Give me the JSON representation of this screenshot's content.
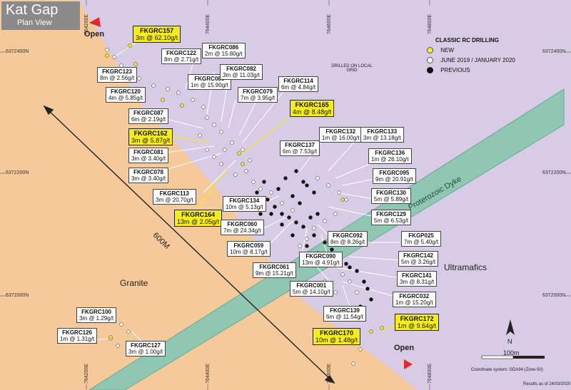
{
  "title": "Kat Gap",
  "subtitle": "Plan View",
  "legend": {
    "heading": "CLASSIC RC DRILLING",
    "items": [
      {
        "label": "NEW",
        "color": "#f5ec1f"
      },
      {
        "label": "JUNE 2019 / JANUARY 2020",
        "color": "#ffffff"
      },
      {
        "label": "PREVIOUS",
        "color": "#111111"
      }
    ]
  },
  "notes": {
    "grid": "DRILLED ON LOCAL GRID",
    "coordinate_system": "Coordinate system: GDA94 (Zone 50)",
    "results_date": "Results as of 24/03/2020",
    "scale": "100m",
    "north": "N",
    "distance": "600M"
  },
  "units": {
    "granite": "Granite",
    "ultramafics": "Ultramafics",
    "dyke": "Proterozoic Dyke",
    "open_top": "Open",
    "open_bottom": "Open"
  },
  "colors": {
    "granite": "#f6c99b",
    "ultramafics": "#d3c6e4",
    "dyke": "#8fc7b2",
    "new_hole": "#f5ec1f",
    "open_arrow": "#e8262a"
  },
  "northings": [
    "6372400N",
    "6372200N",
    "6372000N"
  ],
  "eastings": [
    "764200E",
    "764400E",
    "764600E",
    "764800E"
  ],
  "holes_new": [
    {
      "id": "FKGRC157",
      "result": "3m @ 62.10g/t"
    },
    {
      "id": "FKGRC162",
      "result": "3m @ 5.87g/t"
    },
    {
      "id": "FKGRC165",
      "result": "4m @ 8.48g/t"
    },
    {
      "id": "FKGRC164",
      "result": "13m @ 2.05g/t"
    },
    {
      "id": "FKGRC170",
      "result": "10m @ 1.48g/t"
    },
    {
      "id": "FKGRC172",
      "result": "1m @ 9.64g/t"
    }
  ],
  "holes_other": [
    {
      "id": "FKGRC122",
      "result": "8m @ 2.71g/t"
    },
    {
      "id": "FKGRC086",
      "result": "2m @ 15.80g/t"
    },
    {
      "id": "FKGRC123",
      "result": "8m @ 2.56g/t"
    },
    {
      "id": "FKGRC085",
      "result": "1m @ 15.90g/t"
    },
    {
      "id": "FKGRC082",
      "result": "3m @ 11.03g/t"
    },
    {
      "id": "FKGRC114",
      "result": "6m @ 4.84g/t"
    },
    {
      "id": "FKGRC120",
      "result": "4m @ 5.85g/t"
    },
    {
      "id": "FKGRC079",
      "result": "7m @ 3.95g/t"
    },
    {
      "id": "FKGRC087",
      "result": "6m @ 2.19g/t"
    },
    {
      "id": "FKGRC132",
      "result": "1m @ 16.00g/t"
    },
    {
      "id": "FKGRC133",
      "result": "3m @ 13.18g/t"
    },
    {
      "id": "FKGRC137",
      "result": "6m @ 7.53g/t"
    },
    {
      "id": "FKGRC081",
      "result": "3m @ 3.40g/t"
    },
    {
      "id": "FKGRC136",
      "result": "1m @ 26.10g/t"
    },
    {
      "id": "FKGRC078",
      "result": "3m @ 3.40g/t"
    },
    {
      "id": "FKGRC095",
      "result": "9m @ 20.91g/t"
    },
    {
      "id": "FKGRC113",
      "result": "3m @ 20.70g/t"
    },
    {
      "id": "FKGRC130",
      "result": "5m @ 5.89g/t"
    },
    {
      "id": "FKGRC134",
      "result": "10m @ 5.13g/t"
    },
    {
      "id": "FKGRC129",
      "result": "5m @ 6.53g/t"
    },
    {
      "id": "FKGRC060",
      "result": "7m @ 24.34g/t"
    },
    {
      "id": "FKGRC092",
      "result": "8m @ 8.26g/t"
    },
    {
      "id": "FKGP025",
      "result": "7m @ 5.40g/t"
    },
    {
      "id": "FKGRC059",
      "result": "10m @ 8.17g/t"
    },
    {
      "id": "FKGRC090",
      "result": "13m @ 4.91g/t"
    },
    {
      "id": "FKGRC142",
      "result": "5m @ 3.26g/t"
    },
    {
      "id": "FKGRC061",
      "result": "9m @ 15.21g/t"
    },
    {
      "id": "FKGRC141",
      "result": "3m @ 8.31g/t"
    },
    {
      "id": "FKGRC001",
      "result": "5m @ 14.10g/t"
    },
    {
      "id": "FKGRC032",
      "result": "1m @ 15.20g/t"
    },
    {
      "id": "FKGRC100",
      "result": "3m @ 1.29g/t"
    },
    {
      "id": "FKGRC139",
      "result": "6m @ 11.54g/t"
    },
    {
      "id": "FKGRC126",
      "result": "1m @ 1.31g/t"
    },
    {
      "id": "FKGRC127",
      "result": "3m @ 1.00g/t"
    }
  ]
}
